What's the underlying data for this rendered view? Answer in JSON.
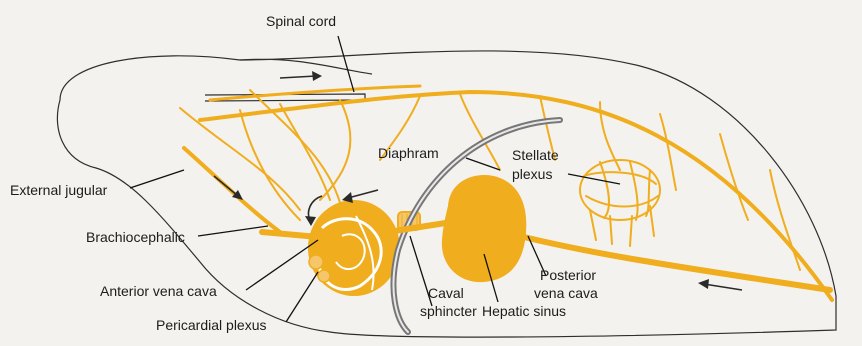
{
  "colors": {
    "vessel": "#f0ad1e",
    "outline": "#2e2e2e",
    "background": "#f4f2ee",
    "label": "#1c1c1c"
  },
  "labels": {
    "spinal_cord": "Spinal cord",
    "diaphram": "Diaphram",
    "stellate_line1": "Stellate",
    "stellate_line2": "plexus",
    "external_jugular": "External jugular",
    "brachiocephalic": "Brachiocephalic",
    "anterior_vena_cava": "Anterior vena cava",
    "pericardial_plexus": "Pericardial plexus",
    "caval_line1": "Caval",
    "caval_line2": "sphincter",
    "hepatic_sinus": "Hepatic sinus",
    "posterior_line1": "Posterior",
    "posterior_line2": "vena cava"
  }
}
